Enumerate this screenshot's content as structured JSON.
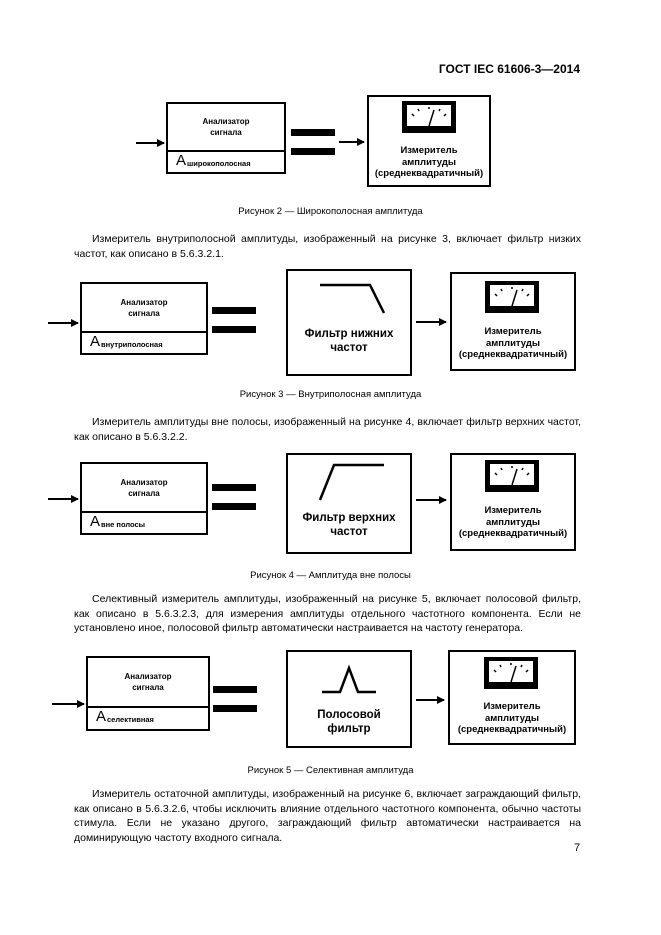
{
  "header": "ГОСТ IEC 61606-3—2014",
  "analyzer": {
    "line1": "Анализатор",
    "line2": "сигнала",
    "symbol": "A"
  },
  "meter": {
    "line1": "Измеритель",
    "line2": "амплитуды",
    "line3": "(среднеквадратичный)"
  },
  "figures": [
    {
      "subscript": "широкополосная",
      "caption": "Рисунок 2 — Широкополосная амплитуда"
    },
    {
      "subscript": "внутриполосная",
      "filter_line1": "Фильтр нижних",
      "filter_line2": "частот",
      "caption": "Рисунок 3 — Внутриполосная амплитуда"
    },
    {
      "subscript": "вне полосы",
      "filter_line1": "Фильтр верхних",
      "filter_line2": "частот",
      "caption": "Рисунок 4 — Амплитуда вне полосы"
    },
    {
      "subscript": "селективная",
      "filter_line1": "Полосовой",
      "filter_line2": "фильтр",
      "caption": "Рисунок 5 — Селективная амплитуда"
    }
  ],
  "paragraphs": [
    "Измеритель внутриполосной амплитуды, изображенный на рисунке 3, включает фильтр низких частот, как описано в 5.6.3.2.1.",
    "Измеритель амплитуды вне полосы, изображенный на рисунке 4, включает фильтр верхних частот, как описано в 5.6.3.2.2.",
    "Селективный измеритель амплитуды, изображенный на рисунке 5, включает полосовой фильтр, как описано в 5.6.3.2.3, для измерения амплитуды отдельного частотного компонента. Если не установлено иное, полосовой фильтр автоматически настраивается на частоту генератора.",
    "Измеритель остаточной амплитуды, изображенный на рисунке 6, включает заграждающий фильтр, как описано в 5.6.3.2.6, чтобы исключить влияние отдельного частотного компонента, обычно частоты стимула. Если не указано другого, заграждающий фильтр автоматически настраивается на доминирующую частоту входного сигнала."
  ],
  "page_number": "7"
}
